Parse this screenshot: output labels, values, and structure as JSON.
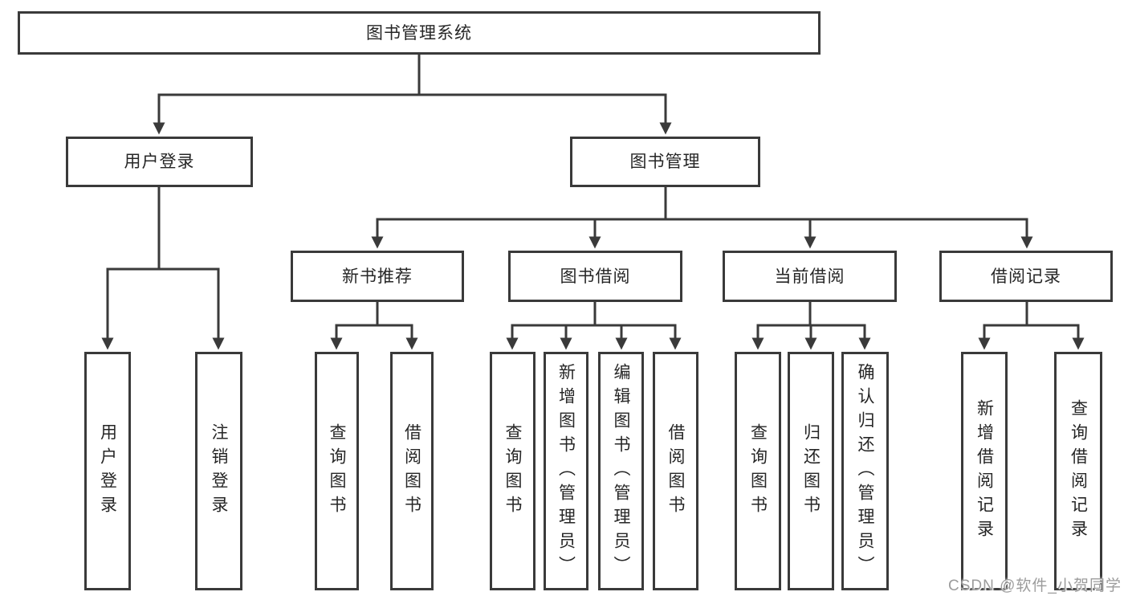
{
  "diagram": {
    "root": "图书管理系统",
    "level2": {
      "user_login": "用户登录",
      "book_mgmt": "图书管理"
    },
    "level3": {
      "new_book_rec": "新书推荐",
      "book_borrow": "图书借阅",
      "current_borrow": "当前借阅",
      "borrow_record": "借阅记录"
    },
    "leaves": {
      "user_login": [
        "用户登录",
        "注销登录"
      ],
      "new_book_rec": [
        "查询图书",
        "借阅图书"
      ],
      "book_borrow": [
        "查询图书",
        "新增图书（管理员）",
        "编辑图书（管理员）",
        "借阅图书"
      ],
      "current_borrow": [
        "查询图书",
        "归还图书",
        "确认归还（管理员）"
      ],
      "borrow_record": [
        "新增借阅记录",
        "查询借阅记录"
      ]
    }
  },
  "colors": {
    "line": "#3a3a3a",
    "text": "#262626",
    "watermark_gray": "#9c9c9c",
    "background": "#ffffff"
  },
  "watermark": "CSDN @软件_小贺同学"
}
